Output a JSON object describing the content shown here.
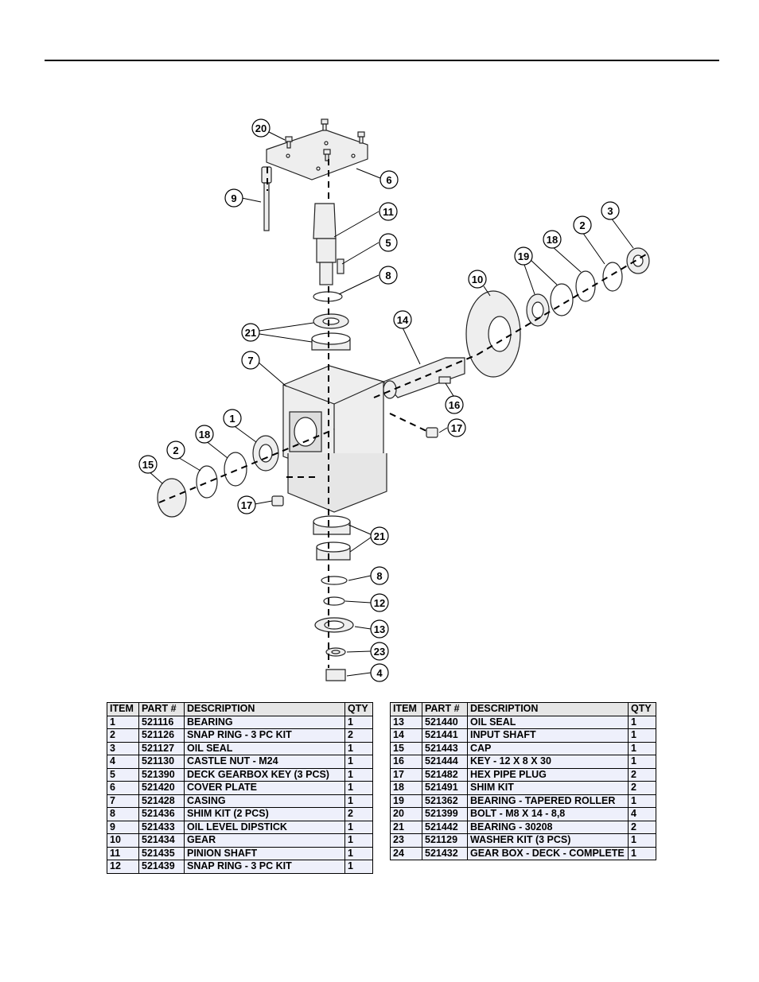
{
  "callouts": [
    {
      "label": "20"
    },
    {
      "label": "6"
    },
    {
      "label": "9"
    },
    {
      "label": "11"
    },
    {
      "label": "5"
    },
    {
      "label": "8"
    },
    {
      "label": "21"
    },
    {
      "label": "7"
    },
    {
      "label": "14"
    },
    {
      "label": "16"
    },
    {
      "label": "17"
    },
    {
      "label": "1"
    },
    {
      "label": "18"
    },
    {
      "label": "2"
    },
    {
      "label": "15"
    },
    {
      "label": "17"
    },
    {
      "label": "21"
    },
    {
      "label": "8"
    },
    {
      "label": "12"
    },
    {
      "label": "13"
    },
    {
      "label": "23"
    },
    {
      "label": "4"
    },
    {
      "label": "10"
    },
    {
      "label": "19"
    },
    {
      "label": "18"
    },
    {
      "label": "2"
    },
    {
      "label": "3"
    }
  ],
  "table": {
    "headers": {
      "item": "ITEM",
      "part": "PART #",
      "description": "DESCRIPTION",
      "qty": "QTY"
    },
    "left_rows": [
      {
        "item": "1",
        "part": "521116",
        "description": "BEARING",
        "qty": "1"
      },
      {
        "item": "2",
        "part": "521126",
        "description": "SNAP RING - 3 PC KIT",
        "qty": "2"
      },
      {
        "item": "3",
        "part": "521127",
        "description": "OIL SEAL",
        "qty": "1"
      },
      {
        "item": "4",
        "part": "521130",
        "description": "CASTLE NUT - M24",
        "qty": "1"
      },
      {
        "item": "5",
        "part": "521390",
        "description": "DECK GEARBOX KEY (3 PCS)",
        "qty": "1"
      },
      {
        "item": "6",
        "part": "521420",
        "description": "COVER PLATE",
        "qty": "1"
      },
      {
        "item": "7",
        "part": "521428",
        "description": "CASING",
        "qty": "1"
      },
      {
        "item": "8",
        "part": "521436",
        "description": "SHIM KIT (2 PCS)",
        "qty": "2"
      },
      {
        "item": "9",
        "part": "521433",
        "description": "OIL LEVEL DIPSTICK",
        "qty": "1"
      },
      {
        "item": "10",
        "part": "521434",
        "description": "GEAR",
        "qty": "1"
      },
      {
        "item": "11",
        "part": "521435",
        "description": "PINION SHAFT",
        "qty": "1"
      },
      {
        "item": "12",
        "part": "521439",
        "description": "SNAP RING - 3 PC KIT",
        "qty": "1"
      }
    ],
    "right_rows": [
      {
        "item": "13",
        "part": "521440",
        "description": "OIL SEAL",
        "qty": "1"
      },
      {
        "item": "14",
        "part": "521441",
        "description": "INPUT SHAFT",
        "qty": "1"
      },
      {
        "item": "15",
        "part": "521443",
        "description": "CAP",
        "qty": "1"
      },
      {
        "item": "16",
        "part": "521444",
        "description": "KEY - 12 X 8 X 30",
        "qty": "1"
      },
      {
        "item": "17",
        "part": "521482",
        "description": "HEX PIPE PLUG",
        "qty": "2"
      },
      {
        "item": "18",
        "part": "521491",
        "description": "SHIM KIT",
        "qty": "2"
      },
      {
        "item": "19",
        "part": "521362",
        "description": "BEARING - TAPERED ROLLER",
        "qty": "1"
      },
      {
        "item": "20",
        "part": "521399",
        "description": "BOLT - M8 X 14 - 8,8",
        "qty": "4"
      },
      {
        "item": "21",
        "part": "521442",
        "description": "BEARING - 30208",
        "qty": "2"
      },
      {
        "item": "23",
        "part": "521129",
        "description": "WASHER KIT (3 PCS)",
        "qty": "1"
      },
      {
        "item": "24",
        "part": "521432",
        "description": "GEAR BOX - DECK - COMPLETE",
        "qty": "1"
      }
    ]
  }
}
